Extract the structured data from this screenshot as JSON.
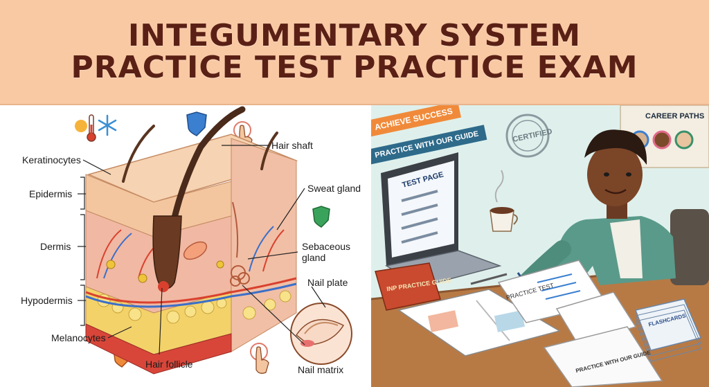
{
  "title": {
    "line1": "INTEGUMENTARY SYSTEM",
    "line2": "PRACTICE TEST PRACTICE EXAM"
  },
  "diagram": {
    "labels": {
      "keratinocytes": "Keratinocytes",
      "epidermis": "Epidermis",
      "dermis": "Dermis",
      "hypodermis": "Hypodermis",
      "melanocytes": "Melanocytes",
      "hair_follicle": "Hair follicle",
      "hair_shaft": "Hair shaft",
      "sweat_gland": "Sweat gland",
      "sebaceous_gland_1": "Sebaceous",
      "sebaceous_gland_2": "gland",
      "nail_plate": "Nail plate",
      "nail_matrix": "Nail matrix"
    },
    "icons": [
      "thermometer-icon",
      "snowflake-icon",
      "shield-icon",
      "touch-hand-icon"
    ]
  },
  "illustration": {
    "ribbon_top": "ACHIEVE SUCCESS",
    "ribbon_bottom": "PRACTICE WITH OUR GUIDE",
    "stamp_text": "CERTIFIED",
    "career_label": "CAREER PATHS",
    "laptop_heading": "TEST PAGE",
    "book_title": "INP PRACTICE GUIDE",
    "sheet_title": "PRACTICE TEST",
    "notebook_title": "PRACTICE WITH OUR GUIDE",
    "flashcards_label": "FLASHCARDS"
  },
  "colors": {
    "banner": "#f9c9a4",
    "title_text": "#5a2015",
    "epidermis": "#f3c6a0",
    "dermis": "#f1b8a3",
    "hypodermis": "#f3d26a",
    "right_background": "#dff0ec"
  }
}
